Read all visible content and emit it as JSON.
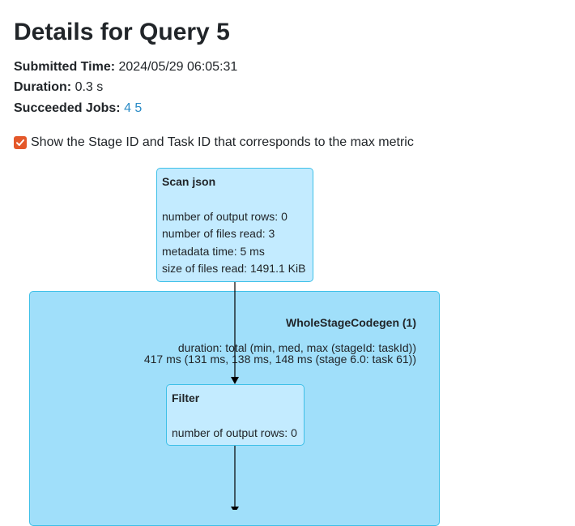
{
  "page": {
    "title": "Details for Query 5"
  },
  "summary": {
    "submitted_label": "Submitted Time:",
    "submitted_value": "2024/05/29 06:05:31",
    "duration_label": "Duration:",
    "duration_value": "0.3 s",
    "jobs_label": "Succeeded Jobs:",
    "jobs": [
      "4",
      "5"
    ]
  },
  "options": {
    "show_stage_task_label": "Show the Stage ID and Task ID that corresponds to the max metric",
    "show_stage_task_checked": true
  },
  "plan": {
    "scan_json": {
      "title": "Scan json",
      "metrics": [
        "number of output rows: 0",
        "number of files read: 3",
        "metadata time: 5 ms",
        "size of files read: 1491.1 KiB"
      ]
    },
    "whole_stage_codegen": {
      "title": "WholeStageCodegen (1)",
      "duration_header": "duration: total (min, med, max (stageId: taskId))",
      "duration_value": "417 ms (131 ms, 138 ms, 148 ms (stage 6.0: task 61))"
    },
    "filter": {
      "title": "Filter",
      "metrics": [
        "number of output rows: 0"
      ]
    }
  },
  "colors": {
    "node_fill": "#c3ebff",
    "cluster_fill": "#a0dffa",
    "border": "#3ec0e8",
    "link": "#2a8bc6",
    "checkbox": "#e4582a"
  }
}
